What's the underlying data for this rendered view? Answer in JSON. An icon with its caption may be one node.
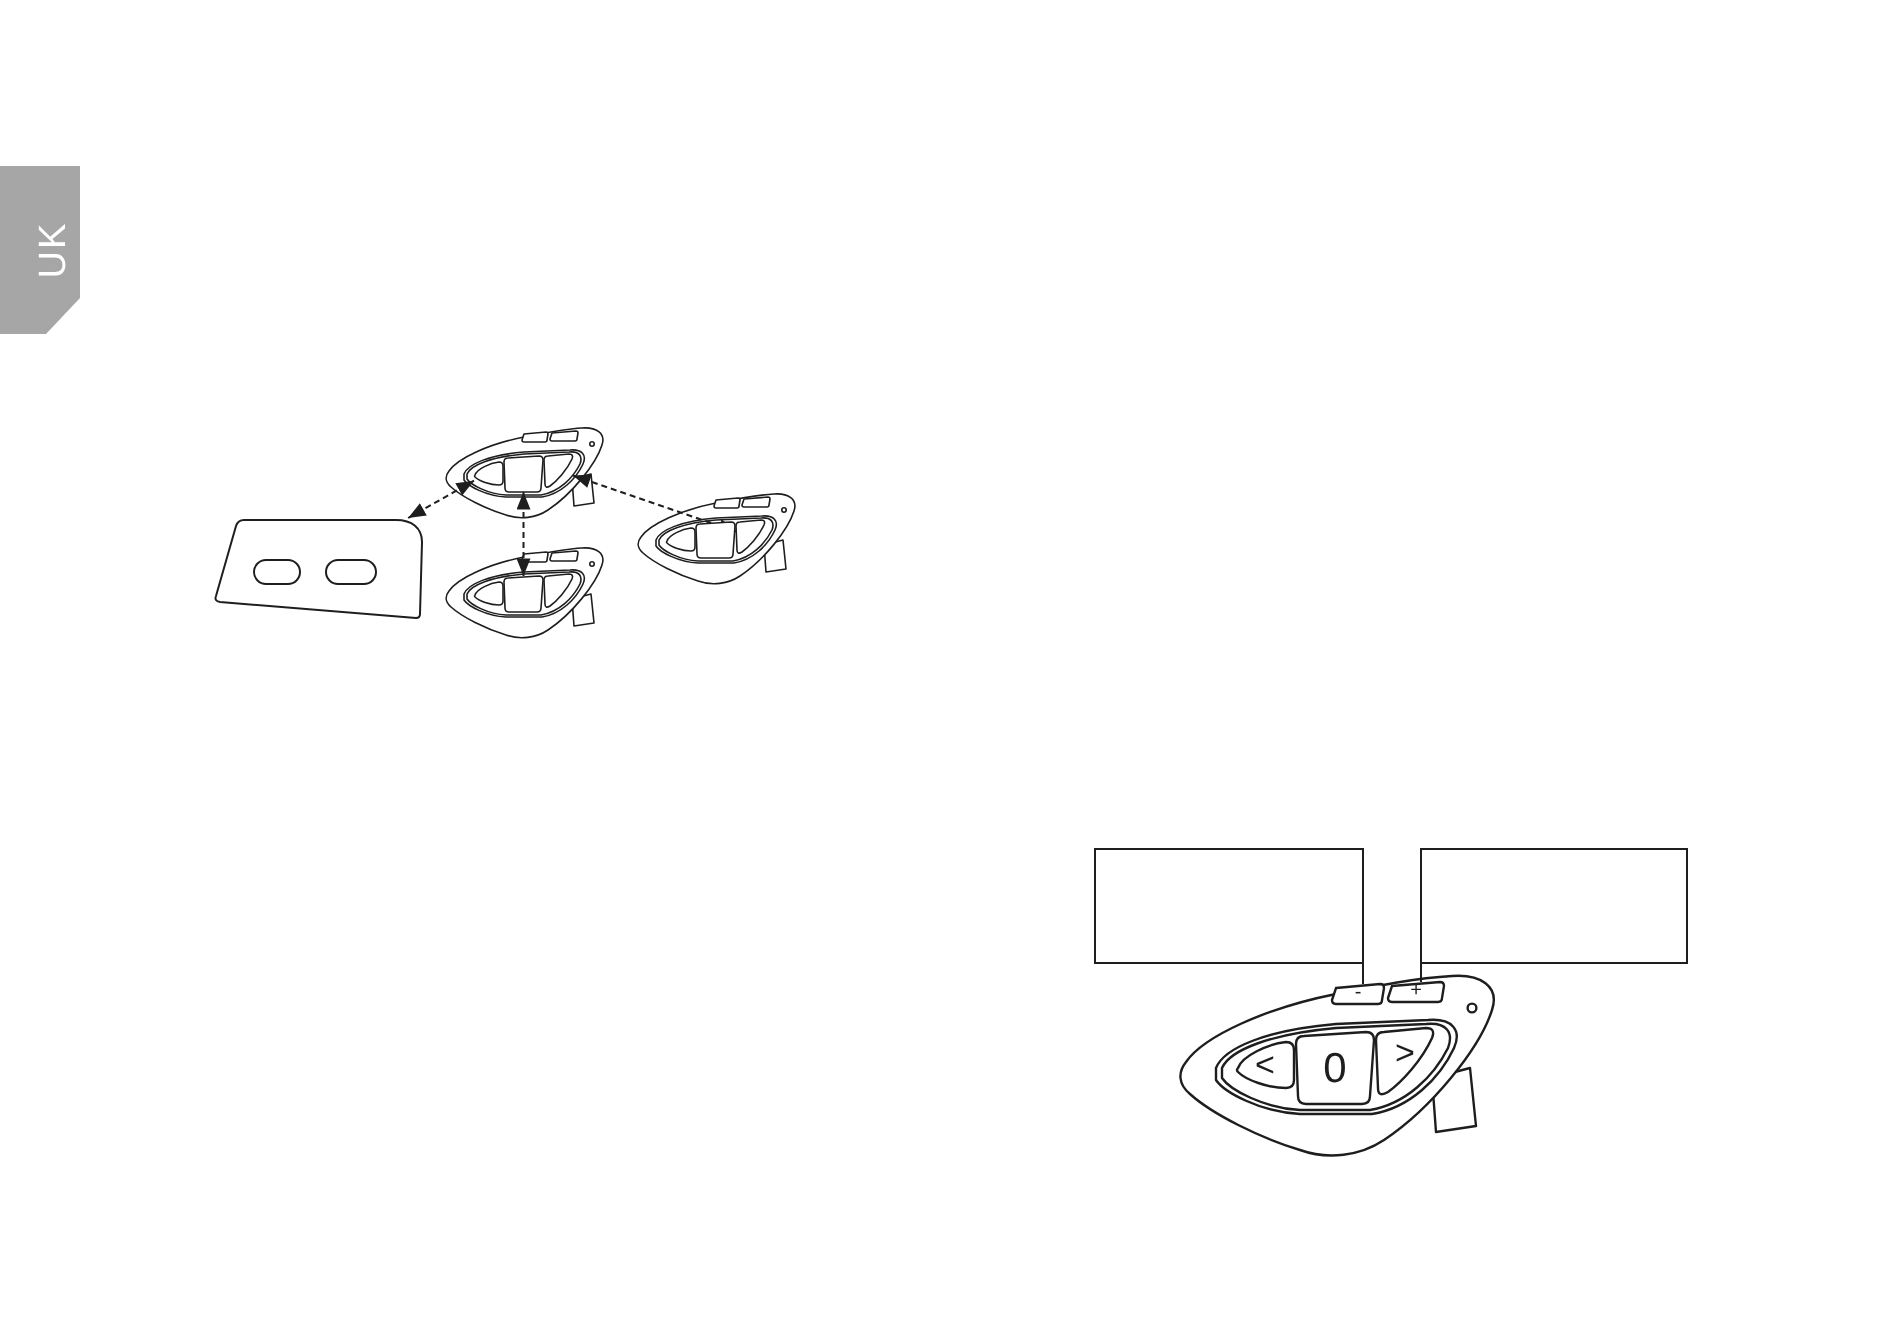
{
  "diagram": {
    "nodes": [
      {
        "text": [
          "UK"
        ]
      },
      {
        "text": [],
        "shape": "picture"
      },
      {
        "text": [],
        "shape": "button",
        "in": 1
      },
      {
        "text": [],
        "shape": "button",
        "in": 1
      },
      {
        "text": [],
        "shape": "button",
        "in": 1
      },
      {
        "text": [],
        "shape": "picture"
      },
      {
        "text": [],
        "shape": "button",
        "in": 5
      },
      {
        "text": [],
        "shape": "button",
        "in": 5
      },
      {
        "text": [],
        "shape": "button",
        "in": 5
      },
      {
        "text": [],
        "shape": "picture"
      },
      {
        "text": [],
        "shape": "picture"
      },
      {
        "text": [],
        "shape": "button",
        "in": 10
      },
      {
        "text": [],
        "shape": "button",
        "in": 10
      },
      {
        "text": [],
        "shape": "button",
        "in": 10
      },
      {
        "text": [],
        "shape": "box"
      },
      {
        "text": [],
        "shape": "box"
      },
      {
        "text": [],
        "shape": "picture"
      },
      {
        "text": [
          "-"
        ],
        "in": 16
      },
      {
        "text": [
          "+"
        ],
        "in": 16
      },
      {
        "text": [
          "<"
        ],
        "in": 16
      },
      {
        "text": [
          "0"
        ],
        "in": 16
      },
      {
        "text": [
          ">"
        ],
        "in": 16
      }
    ],
    "edges": [
      {
        "from": 9,
        "to": 2,
        "arrow": "both",
        "style": "dashed"
      },
      {
        "from": 3,
        "to": 12,
        "arrow": "both",
        "style": "dashed"
      },
      {
        "from": 4,
        "to": 8,
        "arrow": "both",
        "style": "dashed"
      },
      {
        "from": 14,
        "to": 17,
        "arrow": "none"
      },
      {
        "from": 15,
        "to": 18,
        "arrow": "none"
      }
    ]
  }
}
